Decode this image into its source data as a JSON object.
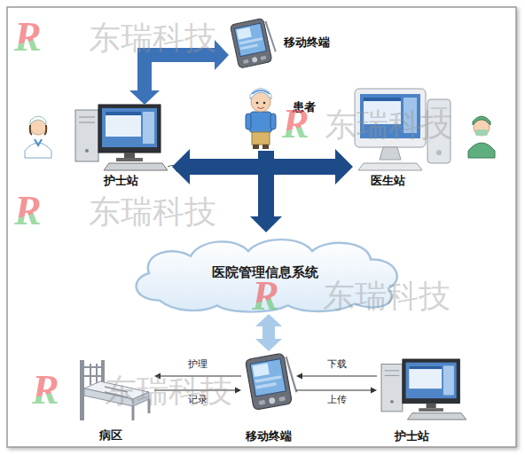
{
  "diagram": {
    "nodes": [
      {
        "text": [
          "移动终端"
        ]
      },
      {
        "text": [
          "患者"
        ]
      },
      {
        "text": [
          "护士站"
        ]
      },
      {
        "text": [
          "医生站"
        ]
      },
      {
        "text": [
          "医院管理信息系统"
        ]
      },
      {
        "text": [
          "病区"
        ]
      },
      {
        "text": [
          "移动终端"
        ]
      },
      {
        "text": [
          "护士站"
        ]
      }
    ],
    "edges": [
      {
        "from": 2,
        "to": 0,
        "arrow": "both"
      },
      {
        "from": 2,
        "to": 3,
        "arrow": "both"
      },
      {
        "from": 1,
        "to": 4,
        "arrow": "to"
      },
      {
        "from": 4,
        "to": 6,
        "arrow": "both"
      },
      {
        "from": 6,
        "to": 5,
        "label": "护理",
        "arrow": "to"
      },
      {
        "from": 5,
        "to": 6,
        "label": "记录",
        "arrow": "to"
      },
      {
        "from": 7,
        "to": 6,
        "label": "下载",
        "arrow": "to"
      },
      {
        "from": 6,
        "to": 7,
        "label": "上传",
        "arrow": "to"
      }
    ],
    "labels": [
      "R",
      "东瑞科技",
      "R",
      "东瑞科技",
      "R",
      "东瑞科技",
      "R",
      "东瑞科技",
      "R",
      "东瑞科技"
    ]
  }
}
